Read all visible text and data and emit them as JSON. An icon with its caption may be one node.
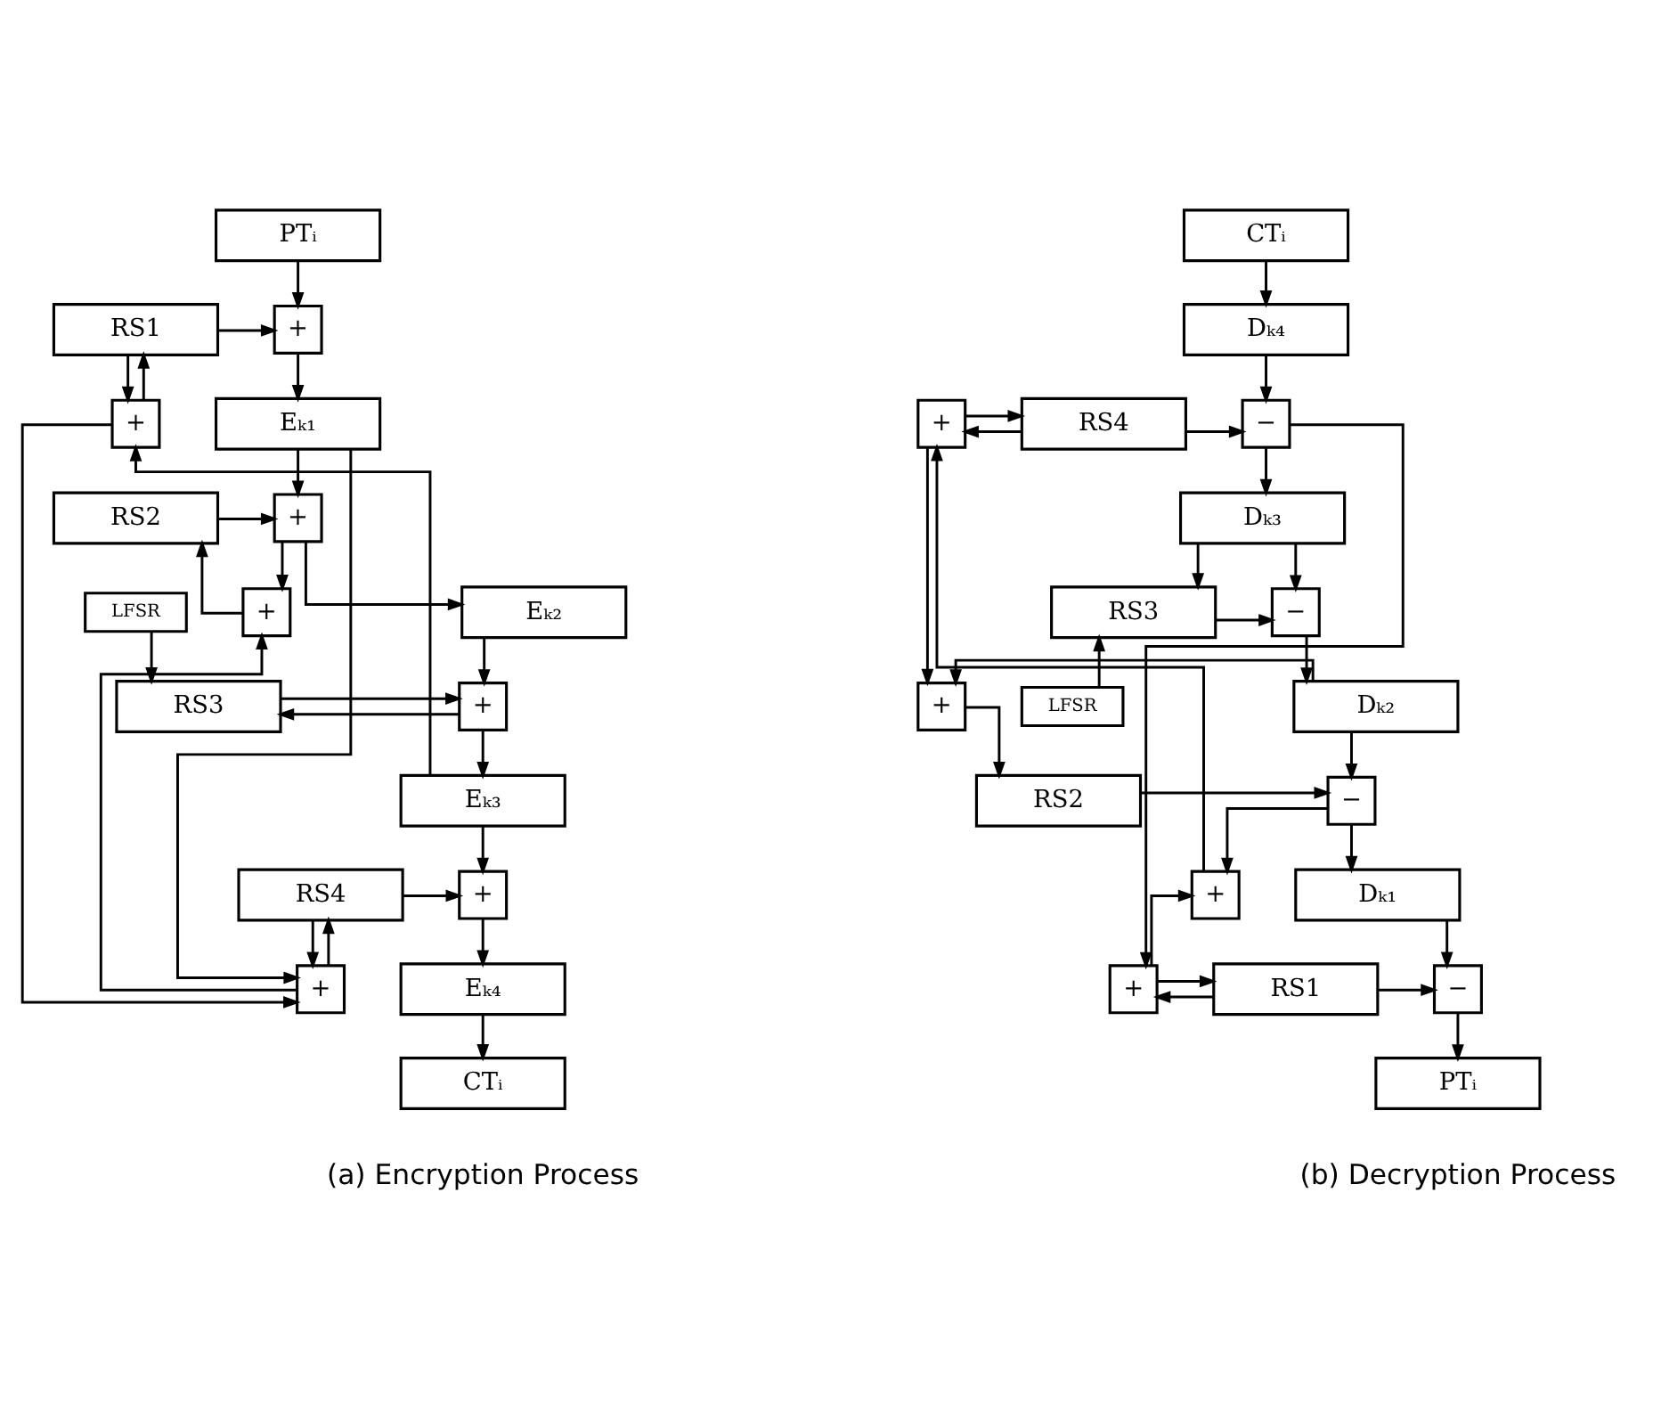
{
  "diagram": {
    "nodes": [
      {
        "text": [
          "PTᵢ"
        ]
      },
      {
        "text": [
          "+"
        ]
      },
      {
        "text": [
          "RS1"
        ]
      },
      {
        "text": [
          "+"
        ]
      },
      {
        "text": [
          "Eₖ₁"
        ]
      },
      {
        "text": [
          "+"
        ]
      },
      {
        "text": [
          "RS2"
        ]
      },
      {
        "text": [
          "+"
        ]
      },
      {
        "text": [
          "Eₖ₂"
        ]
      },
      {
        "text": [
          "LFSR"
        ]
      },
      {
        "text": [
          "RS3"
        ]
      },
      {
        "text": [
          "+"
        ]
      },
      {
        "text": [
          "Eₖ₃"
        ]
      },
      {
        "text": [
          "+"
        ]
      },
      {
        "text": [
          "RS4"
        ]
      },
      {
        "text": [
          "+"
        ]
      },
      {
        "text": [
          "Eₖ₄"
        ]
      },
      {
        "text": [
          "CTᵢ"
        ]
      },
      {
        "text": [
          "CTᵢ"
        ]
      },
      {
        "text": [
          "Dₖ₄"
        ]
      },
      {
        "text": [
          "+"
        ]
      },
      {
        "text": [
          "RS4"
        ]
      },
      {
        "text": [
          "−"
        ]
      },
      {
        "text": [
          "Dₖ₃"
        ]
      },
      {
        "text": [
          "RS3"
        ]
      },
      {
        "text": [
          "−"
        ]
      },
      {
        "text": [
          "LFSR"
        ]
      },
      {
        "text": [
          "+"
        ]
      },
      {
        "text": [
          "Dₖ₂"
        ]
      },
      {
        "text": [
          "RS2"
        ]
      },
      {
        "text": [
          "−"
        ]
      },
      {
        "text": [
          "+"
        ]
      },
      {
        "text": [
          "Dₖ₁"
        ]
      },
      {
        "text": [
          "+"
        ]
      },
      {
        "text": [
          "RS1"
        ]
      },
      {
        "text": [
          "−"
        ]
      },
      {
        "text": [
          "PTᵢ"
        ]
      }
    ],
    "edges": [
      {
        "from": 0,
        "to": 1,
        "arrow": "to"
      },
      {
        "from": 2,
        "to": 1,
        "arrow": "to"
      },
      {
        "from": 1,
        "to": 4,
        "arrow": "to"
      },
      {
        "from": 2,
        "to": 3,
        "arrow": "to"
      },
      {
        "from": 3,
        "to": 2,
        "arrow": "to"
      },
      {
        "from": 3,
        "to": 15,
        "arrow": "to"
      },
      {
        "from": 4,
        "to": 5,
        "arrow": "to"
      },
      {
        "from": 4,
        "to": 15,
        "arrow": "to"
      },
      {
        "from": 12,
        "to": 3,
        "arrow": "to"
      },
      {
        "from": 6,
        "to": 5,
        "arrow": "to"
      },
      {
        "from": 7,
        "to": 6,
        "arrow": "to"
      },
      {
        "from": 5,
        "to": 8,
        "arrow": "to"
      },
      {
        "from": 5,
        "to": 7,
        "arrow": "to"
      },
      {
        "from": 15,
        "to": 7,
        "arrow": "to"
      },
      {
        "from": 9,
        "to": 10,
        "arrow": "to"
      },
      {
        "from": 10,
        "to": 11,
        "arrow": "to"
      },
      {
        "from": 8,
        "to": 11,
        "arrow": "to"
      },
      {
        "from": 11,
        "to": 12,
        "arrow": "to"
      },
      {
        "from": 11,
        "to": 10,
        "arrow": "to"
      },
      {
        "from": 12,
        "to": 13,
        "arrow": "to"
      },
      {
        "from": 15,
        "to": 14,
        "arrow": "to"
      },
      {
        "from": 14,
        "to": 13,
        "arrow": "to"
      },
      {
        "from": 14,
        "to": 15,
        "arrow": "to"
      },
      {
        "from": 13,
        "to": 16,
        "arrow": "to"
      },
      {
        "from": 16,
        "to": 17,
        "arrow": "to"
      },
      {
        "from": 18,
        "to": 19,
        "arrow": "to"
      },
      {
        "from": 19,
        "to": 22,
        "arrow": "to"
      },
      {
        "from": 21,
        "to": 22,
        "arrow": "to"
      },
      {
        "from": 21,
        "to": 20,
        "arrow": "to"
      },
      {
        "from": 20,
        "to": 21,
        "arrow": "to"
      },
      {
        "from": 20,
        "to": 27,
        "arrow": "to"
      },
      {
        "from": 31,
        "to": 20,
        "arrow": "to"
      },
      {
        "from": 22,
        "to": 23,
        "arrow": "to"
      },
      {
        "from": 22,
        "to": 33,
        "arrow": "to"
      },
      {
        "from": 23,
        "to": 25,
        "arrow": "to"
      },
      {
        "from": 23,
        "to": 24,
        "arrow": "to"
      },
      {
        "from": 26,
        "to": 24,
        "arrow": "to"
      },
      {
        "from": 24,
        "to": 25,
        "arrow": "to"
      },
      {
        "from": 25,
        "to": 28,
        "arrow": "to"
      },
      {
        "from": 28,
        "to": 30,
        "arrow": "to"
      },
      {
        "from": 28,
        "to": 27,
        "arrow": "to"
      },
      {
        "from": 27,
        "to": 29,
        "arrow": "to"
      },
      {
        "from": 29,
        "to": 30,
        "arrow": "to"
      },
      {
        "from": 30,
        "to": 32,
        "arrow": "to"
      },
      {
        "from": 30,
        "to": 31,
        "arrow": "to"
      },
      {
        "from": 32,
        "to": 35,
        "arrow": "to"
      },
      {
        "from": 33,
        "to": 34,
        "arrow": "to"
      },
      {
        "from": 33,
        "to": 31,
        "arrow": "to"
      },
      {
        "from": 34,
        "to": 35,
        "arrow": "to"
      },
      {
        "from": 34,
        "to": 33,
        "arrow": "to"
      },
      {
        "from": 35,
        "to": 36,
        "arrow": "to"
      }
    ],
    "labels": [
      "(a) Encryption Process",
      "(b) Decryption Process"
    ]
  }
}
